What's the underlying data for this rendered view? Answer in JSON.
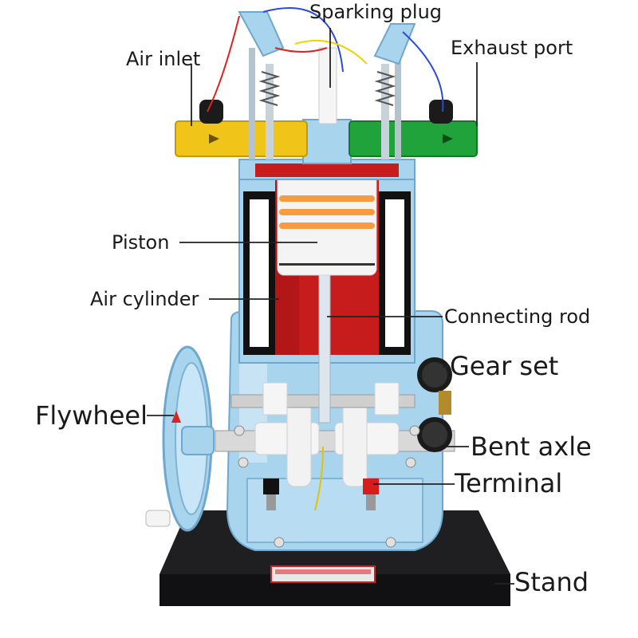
{
  "labels": {
    "sparking_plug": "Sparking plug",
    "air_inlet": "Air inlet",
    "exhaust_port": "Exhaust port",
    "piston": "Piston",
    "air_cylinder": "Air cylinder",
    "connecting_rod": "Connecting rod",
    "gear_set": "Gear set",
    "flywheel": "Flywheel",
    "bent_axle": "Bent axle",
    "terminal": "Terminal",
    "stand": "Stand"
  },
  "colors": {
    "frame": "#a9d4ee",
    "frame_edge": "#6fa8cc",
    "cylinder_red": "#c71c1c",
    "inlet_yellow": "#f0c419",
    "exhaust_green": "#1fa33a",
    "piston_white": "#f4f4f4",
    "piston_ring_orange": "#f7922a",
    "base_black": "#1c1c1e",
    "label_text": "#1a1a1a"
  }
}
